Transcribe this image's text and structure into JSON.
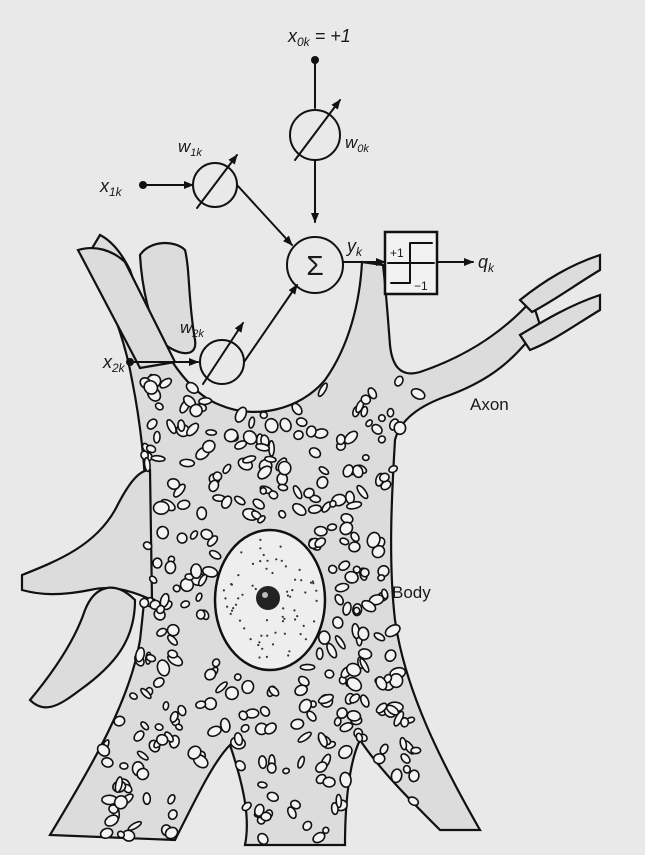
{
  "bias": {
    "label": "x",
    "sub": "0k",
    "suffix": " = +1"
  },
  "inputs": [
    {
      "label": "x",
      "sub": "1k"
    },
    {
      "label": "x",
      "sub": "2k"
    }
  ],
  "weights": [
    {
      "label": "w",
      "sub": "0k"
    },
    {
      "label": "w",
      "sub": "1k"
    },
    {
      "label": "w",
      "sub": "2k"
    }
  ],
  "summation": {
    "symbol": "Σ"
  },
  "activation_input": {
    "label": "y",
    "sub": "k"
  },
  "threshold": {
    "upper": "+1",
    "lower": "−1"
  },
  "output": {
    "label": "q",
    "sub": "k"
  },
  "anatomy": {
    "axon": "Axon",
    "body": "Body"
  },
  "colors": {
    "background": "#e9e9e9",
    "ink": "#111111",
    "cytoplasm": "#dcdcdc",
    "nucleus": "#eeeeee"
  }
}
